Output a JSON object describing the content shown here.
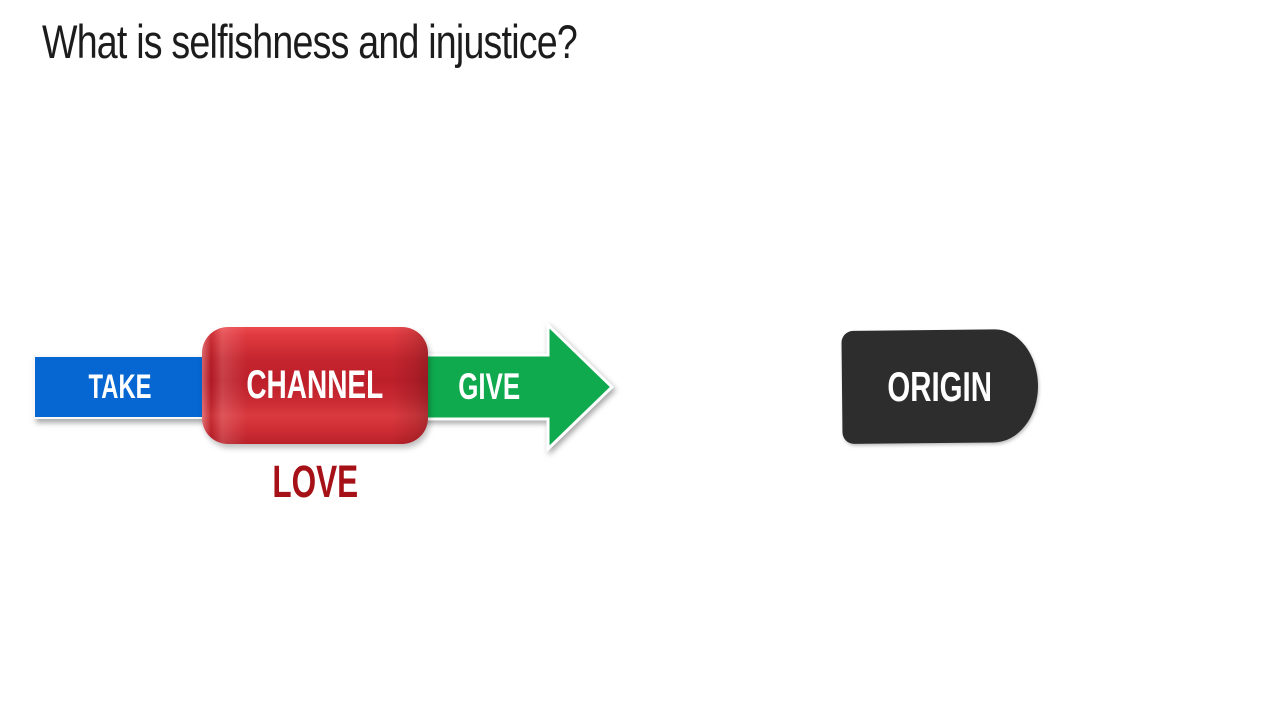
{
  "slide": {
    "title": "What is selfishness and injustice?"
  },
  "diagram": {
    "take": {
      "label": "TAKE",
      "color": "#0667d2"
    },
    "channel": {
      "label": "CHANNEL",
      "color": "#c5252e"
    },
    "give": {
      "label": "GIVE",
      "color": "#0faa4e"
    },
    "love": {
      "label": "LOVE",
      "color": "#a61117"
    },
    "origin": {
      "label": "ORIGIN",
      "color": "#2d2d2d"
    }
  }
}
